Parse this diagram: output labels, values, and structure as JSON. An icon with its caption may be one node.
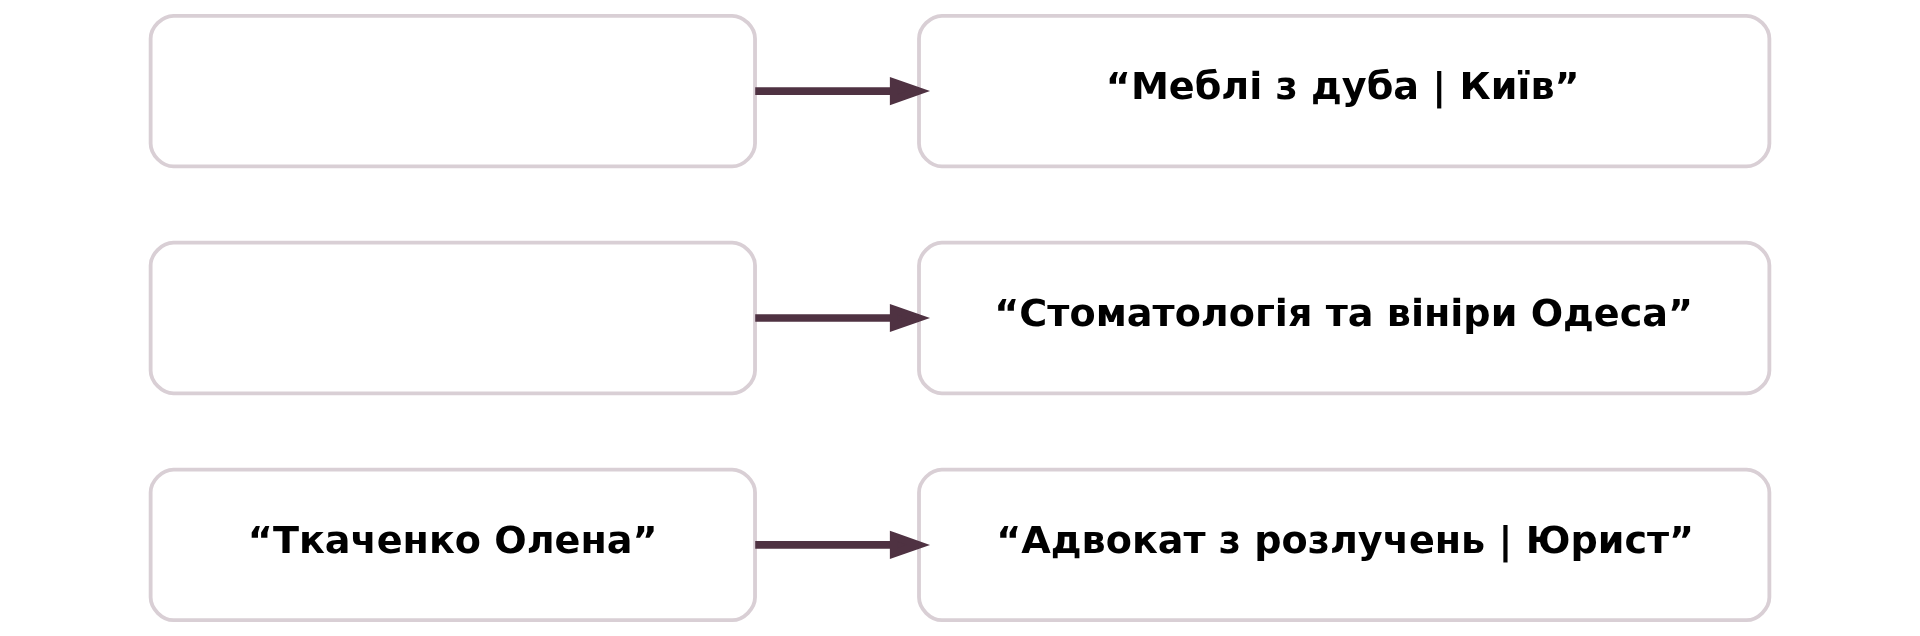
{
  "diagram": {
    "nodes": [
      {
        "text": [],
        "shape": "box"
      },
      {
        "text": [
          "“Меблі з дуба | Київ”"
        ]
      },
      {
        "text": [],
        "shape": "box"
      },
      {
        "text": [
          "“Стоматологія та вініри Одеса”"
        ]
      },
      {
        "text": [
          "“Ткаченко Олена”"
        ]
      },
      {
        "text": [
          "“Адвокат з розлучень | Юрист”"
        ]
      }
    ],
    "edges": [
      {
        "from": 0,
        "to": 1,
        "arrow": "to"
      },
      {
        "from": 2,
        "to": 3,
        "arrow": "to"
      },
      {
        "from": 4,
        "to": 5,
        "arrow": "to"
      }
    ]
  }
}
